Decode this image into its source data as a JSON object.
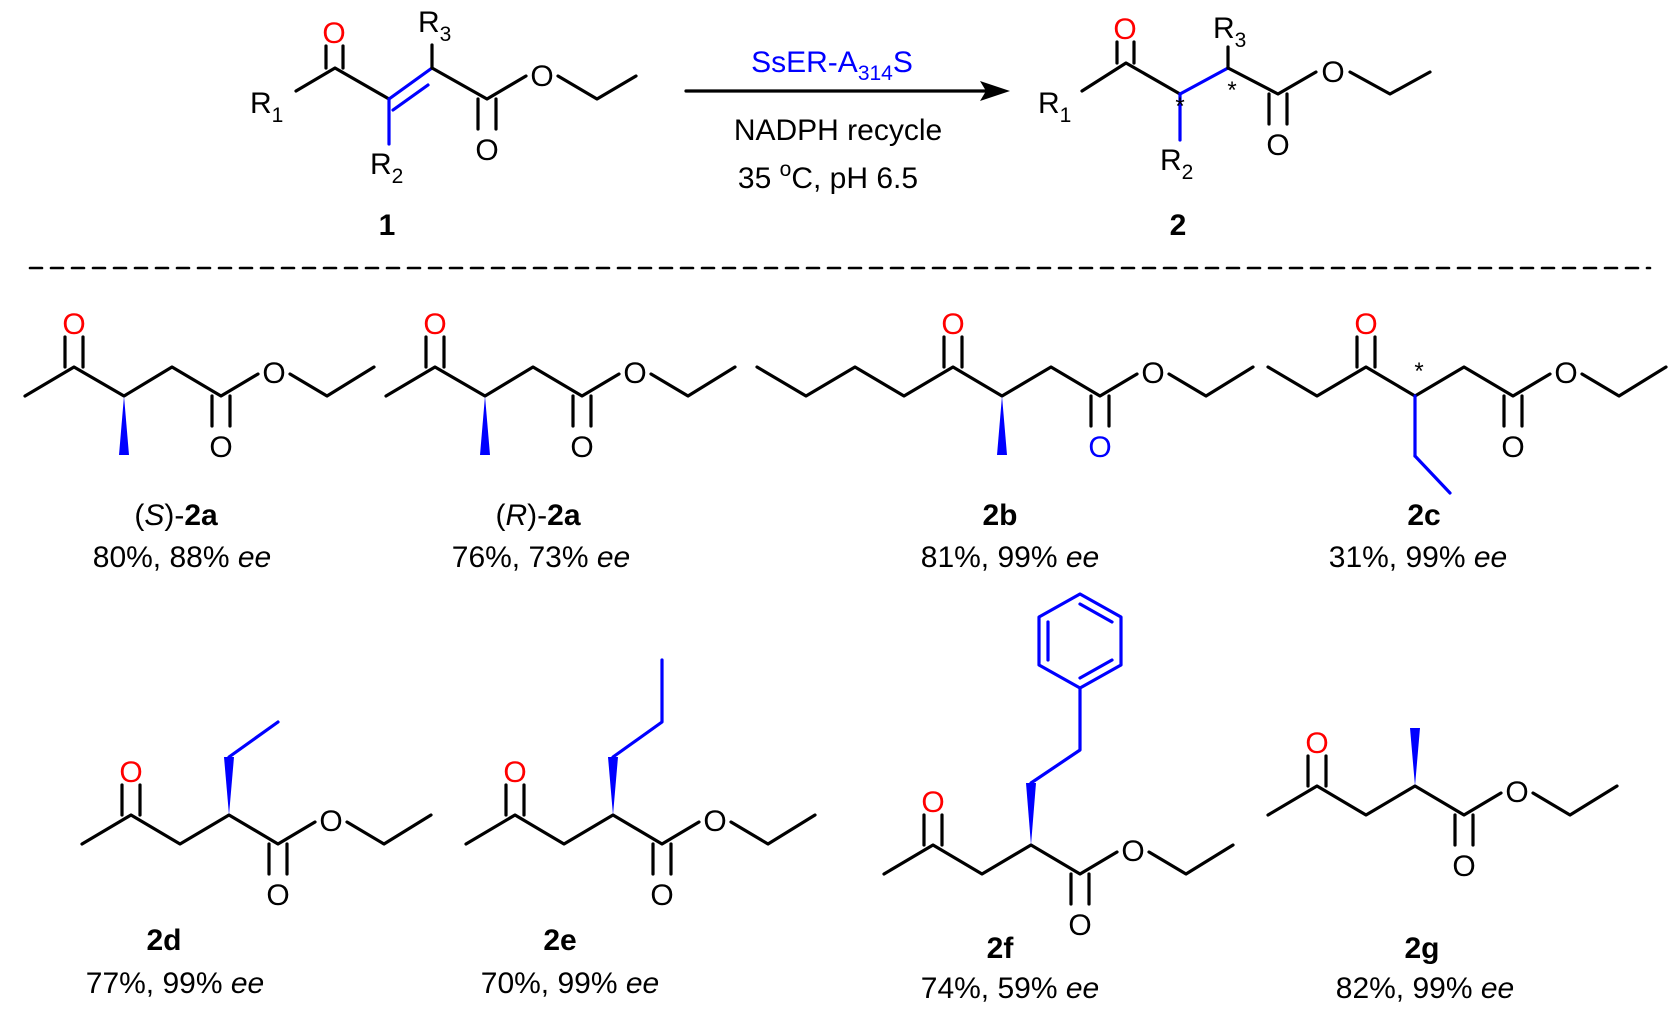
{
  "colors": {
    "bond": "#000000",
    "oxygen": "#ff0000",
    "highlight": "#0000ff"
  },
  "atoms": {
    "oxygen": "O"
  },
  "stereo_marker": "*",
  "reaction": {
    "substrate_label": "1",
    "product_label": "2",
    "r1": {
      "main": "R",
      "sub": "1"
    },
    "r2": {
      "main": "R",
      "sub": "2"
    },
    "r3": {
      "main": "R",
      "sub": "3"
    },
    "enzyme": {
      "pre": "SsER-A",
      "sub": "314",
      "post": "S"
    },
    "cofactor": "NADPH recycle",
    "conditions": {
      "temp": "35 ",
      "unit_sup": "o",
      "rest": "C, pH 6.5"
    }
  },
  "products": [
    {
      "prefix_open": "(",
      "stereo": "S",
      "prefix_close": ")-",
      "id": "2a",
      "yield": "80%, 88% ",
      "ee": "ee"
    },
    {
      "prefix_open": "(",
      "stereo": "R",
      "prefix_close": ")-",
      "id": "2a",
      "yield": "76%, 73% ",
      "ee": "ee"
    },
    {
      "id": "2b",
      "yield": "81%, 99% ",
      "ee": "ee"
    },
    {
      "id": "2c",
      "yield": "31%, 99% ",
      "ee": "ee"
    },
    {
      "id": "2d",
      "yield": "77%, 99% ",
      "ee": "ee"
    },
    {
      "id": "2e",
      "yield": "70%, 99% ",
      "ee": "ee"
    },
    {
      "id": "2f",
      "yield": "74%, 59% ",
      "ee": "ee"
    },
    {
      "id": "2g",
      "yield": "82%, 99% ",
      "ee": "ee"
    }
  ]
}
